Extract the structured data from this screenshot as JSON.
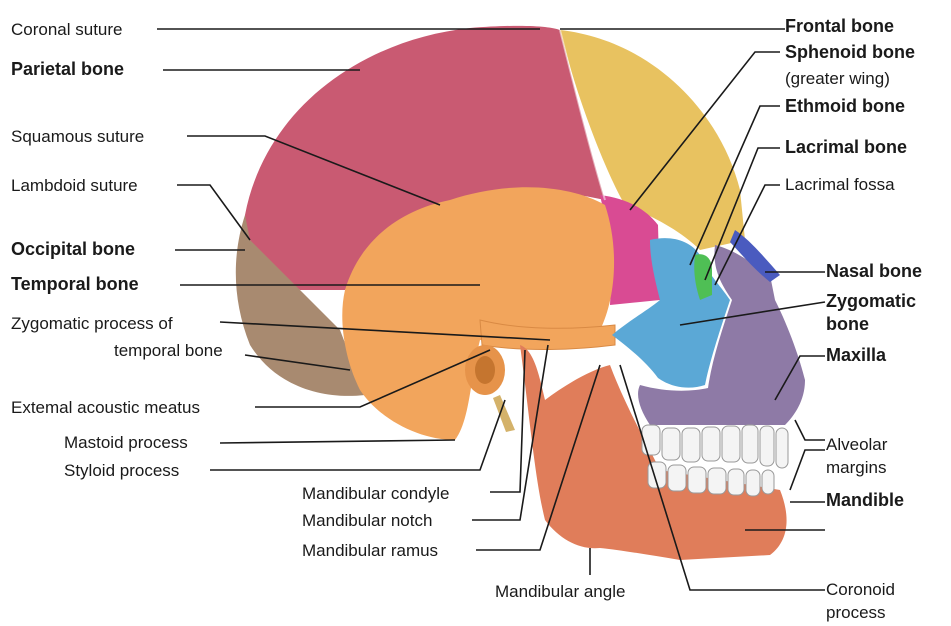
{
  "labels": {
    "coronal_suture": "Coronal suture",
    "parietal_bone": "Parietal bone",
    "squamous_suture": "Squamous suture",
    "lambdoid_suture": "Lambdoid suture",
    "occipital_bone": "Occipital bone",
    "temporal_bone": "Temporal bone",
    "zygomatic_process_line1": "Zygomatic process of",
    "zygomatic_process_line2": "temporal bone",
    "external_acoustic_meatus": "Extemal acoustic meatus",
    "mastoid_process": "Mastoid process",
    "styloid_process": "Styloid process",
    "mandibular_condyle": "Mandibular condyle",
    "mandibular_notch": "Mandibular notch",
    "mandibular_ramus": "Mandibular ramus",
    "mandibular_angle": "Mandibular angle",
    "frontal_bone": "Frontal bone",
    "sphenoid_bone": "Sphenoid bone",
    "sphenoid_sub": "(greater wing)",
    "ethmoid_bone": "Ethmoid bone",
    "lacrimal_bone": "Lacrimal bone",
    "lacrimal_fossa": "Lacrimal fossa",
    "nasal_bone": "Nasal bone",
    "zygomatic_line1": "Zygomatic",
    "zygomatic_line2": "bone",
    "maxilla": "Maxilla",
    "alveolar_line1": "Alveolar",
    "alveolar_line2": "margins",
    "mandible": "Mandible",
    "coronoid_line1": "Coronoid",
    "coronoid_line2": "process"
  },
  "colors": {
    "parietal": "#c95a72",
    "frontal": "#e8c260",
    "temporal": "#f2a55c",
    "occipital": "#a88a70",
    "sphenoid": "#d94b93",
    "zygomatic": "#5ba8d6",
    "maxilla": "#8e7aa6",
    "mandible": "#e07d5a",
    "nasal": "#4a5bbf",
    "ethmoid": "#4fbf55",
    "teeth": "#f4f4f4"
  }
}
